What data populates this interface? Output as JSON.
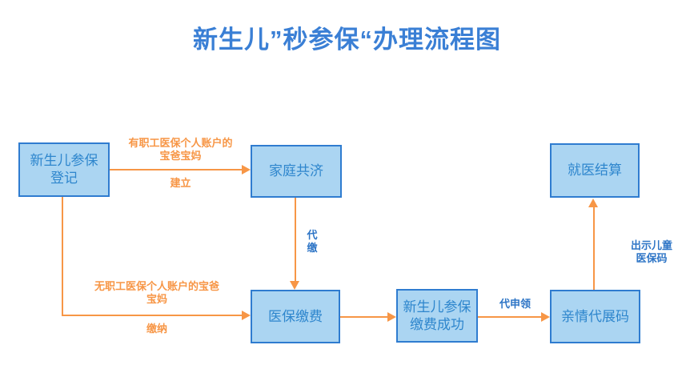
{
  "title": "新生儿”秒参保“办理流程图",
  "colors": {
    "title_blue": "#3A7FD5",
    "box_fill": "#ABD5F2",
    "box_border": "#2F7CD0",
    "box_text": "#2E86CD",
    "arrow_orange": "#F79646",
    "label_orange": "#F79646",
    "label_blue": "#2E75C6"
  },
  "nodes": [
    {
      "id": "newborn-registration",
      "line1": "新生儿参保",
      "line2": "登记"
    },
    {
      "id": "family-mutual-aid",
      "line1": "家庭共济"
    },
    {
      "id": "medical-settlement",
      "line1": "就医结算"
    },
    {
      "id": "insurance-payment",
      "line1": "医保缴费"
    },
    {
      "id": "payment-success",
      "line1": "新生儿参保",
      "line2": "缴费成功"
    },
    {
      "id": "family-proxy-code",
      "line1": "亲情代展码"
    }
  ],
  "edge_labels": {
    "with_account_line1": "有职工医保个人账户的",
    "with_account_line2": "宝爸宝妈",
    "establish": "建立",
    "pay_on_behalf_char1": "代",
    "pay_on_behalf_char2": "缴",
    "without_account_line1": "无职工医保个人账户的宝爸",
    "without_account_line2": "宝妈",
    "pay": "缴纳",
    "apply_on_behalf": "代申领",
    "show_code_line1": "出示儿童",
    "show_code_line2": "医保码"
  }
}
